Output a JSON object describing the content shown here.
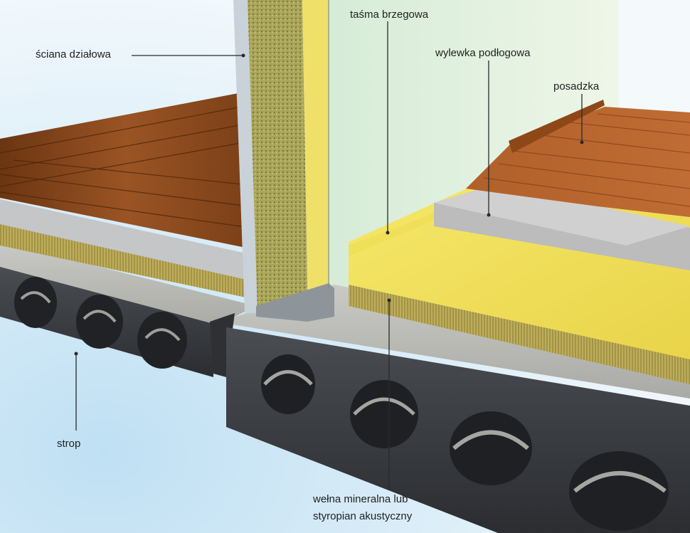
{
  "labels": {
    "sciana": "ściana działowa",
    "tasma": "taśma brzegowa",
    "wylewka": "wylewka podłogowa",
    "posadzka": "posadzka",
    "strop": "strop",
    "welna_line1": "wełna mineralna lub",
    "welna_line2": "styropian akustyczny"
  },
  "colors": {
    "background": "#e8f3fa",
    "slab": "#3a3d42",
    "slab_top": "#b9bbb6",
    "wood": "#8a4a1e",
    "insulation": "#f2e25a",
    "screed": "#bdbdbd",
    "wall": "#dfeedd",
    "mineral_wool": "#b7a654"
  }
}
